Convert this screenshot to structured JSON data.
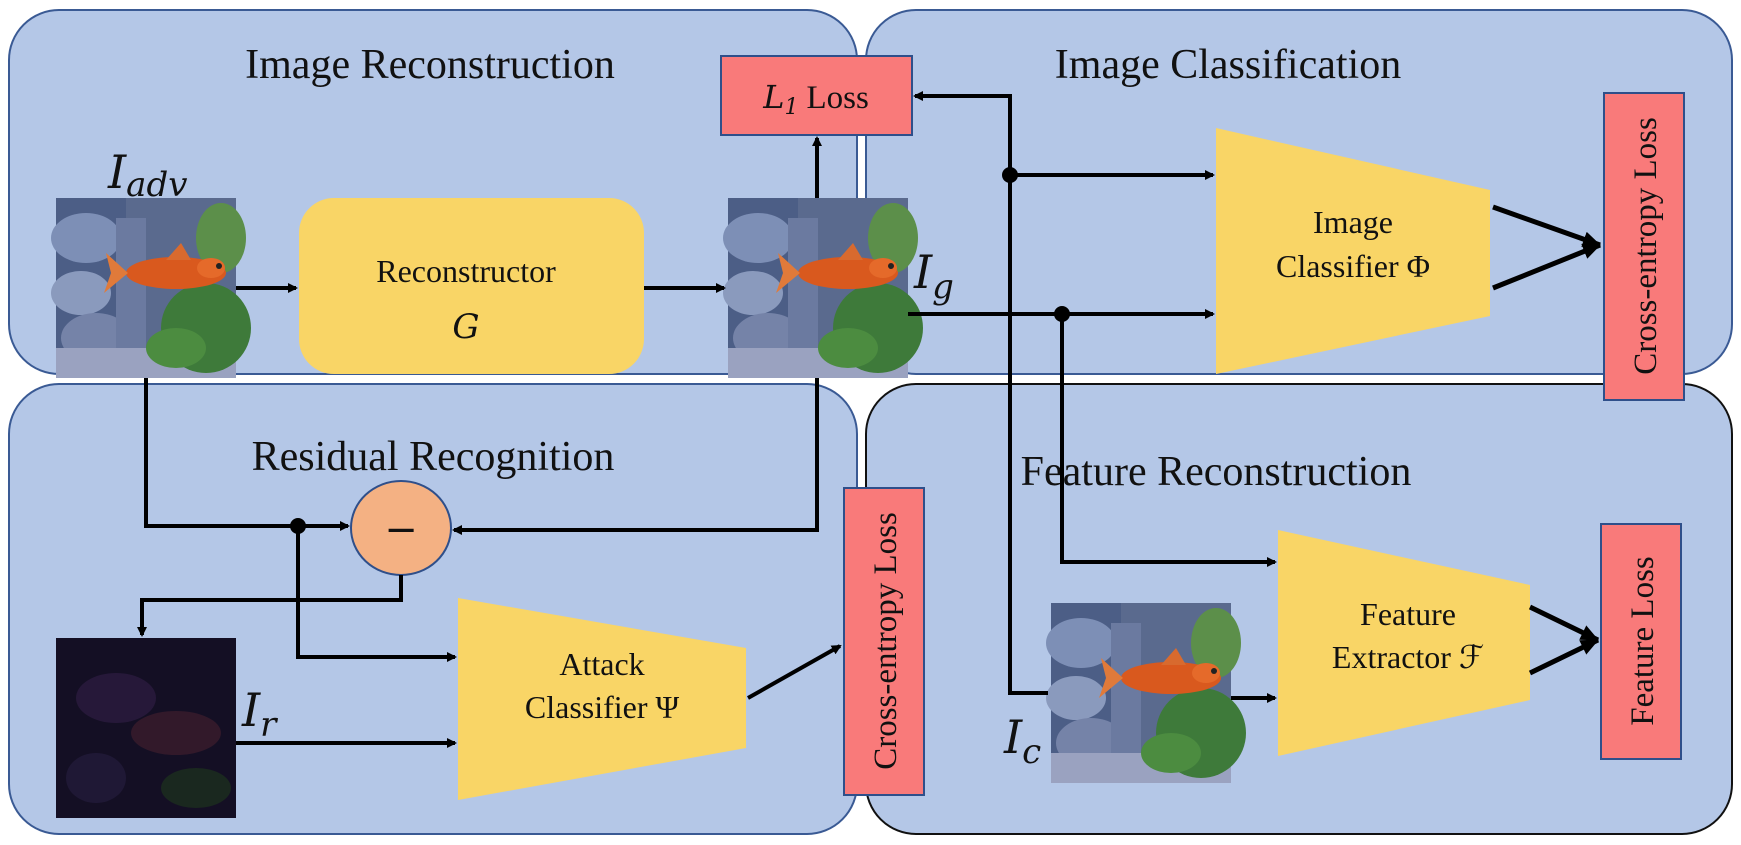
{
  "panels": {
    "image_reconstruction": "Image Reconstruction",
    "image_classification": "Image Classification",
    "residual_recognition": "Residual Recognition",
    "feature_reconstruction": "Feature Reconstruction"
  },
  "labels": {
    "i_adv": "adv",
    "i_g": "g",
    "i_r": "r",
    "i_c": "c",
    "i_base": "I"
  },
  "modules": {
    "reconstructor_line1": "Reconstructor",
    "reconstructor_line2": "G",
    "image_classifier_line1": "Image",
    "image_classifier_line2": "Classifier Φ",
    "attack_classifier_line1": "Attack",
    "attack_classifier_line2": "Classifier Ψ",
    "feature_extractor_line1": "Feature",
    "feature_extractor_line2": "Extractor ℱ"
  },
  "losses": {
    "l1_base": "L",
    "l1_sub": "1",
    "l1_text": "Loss",
    "cross_entropy": "Cross-entropy Loss",
    "feature": "Feature Loss"
  },
  "operators": {
    "minus": "−"
  },
  "colors": {
    "panel_fill": "#b4c7e7",
    "panel_border": "#3a5a94",
    "module_fill": "#f9d566",
    "loss_fill": "#f97a7a",
    "loss_border": "#2f4f8a",
    "minus_fill": "#f4b183",
    "arrow": "#000000"
  }
}
